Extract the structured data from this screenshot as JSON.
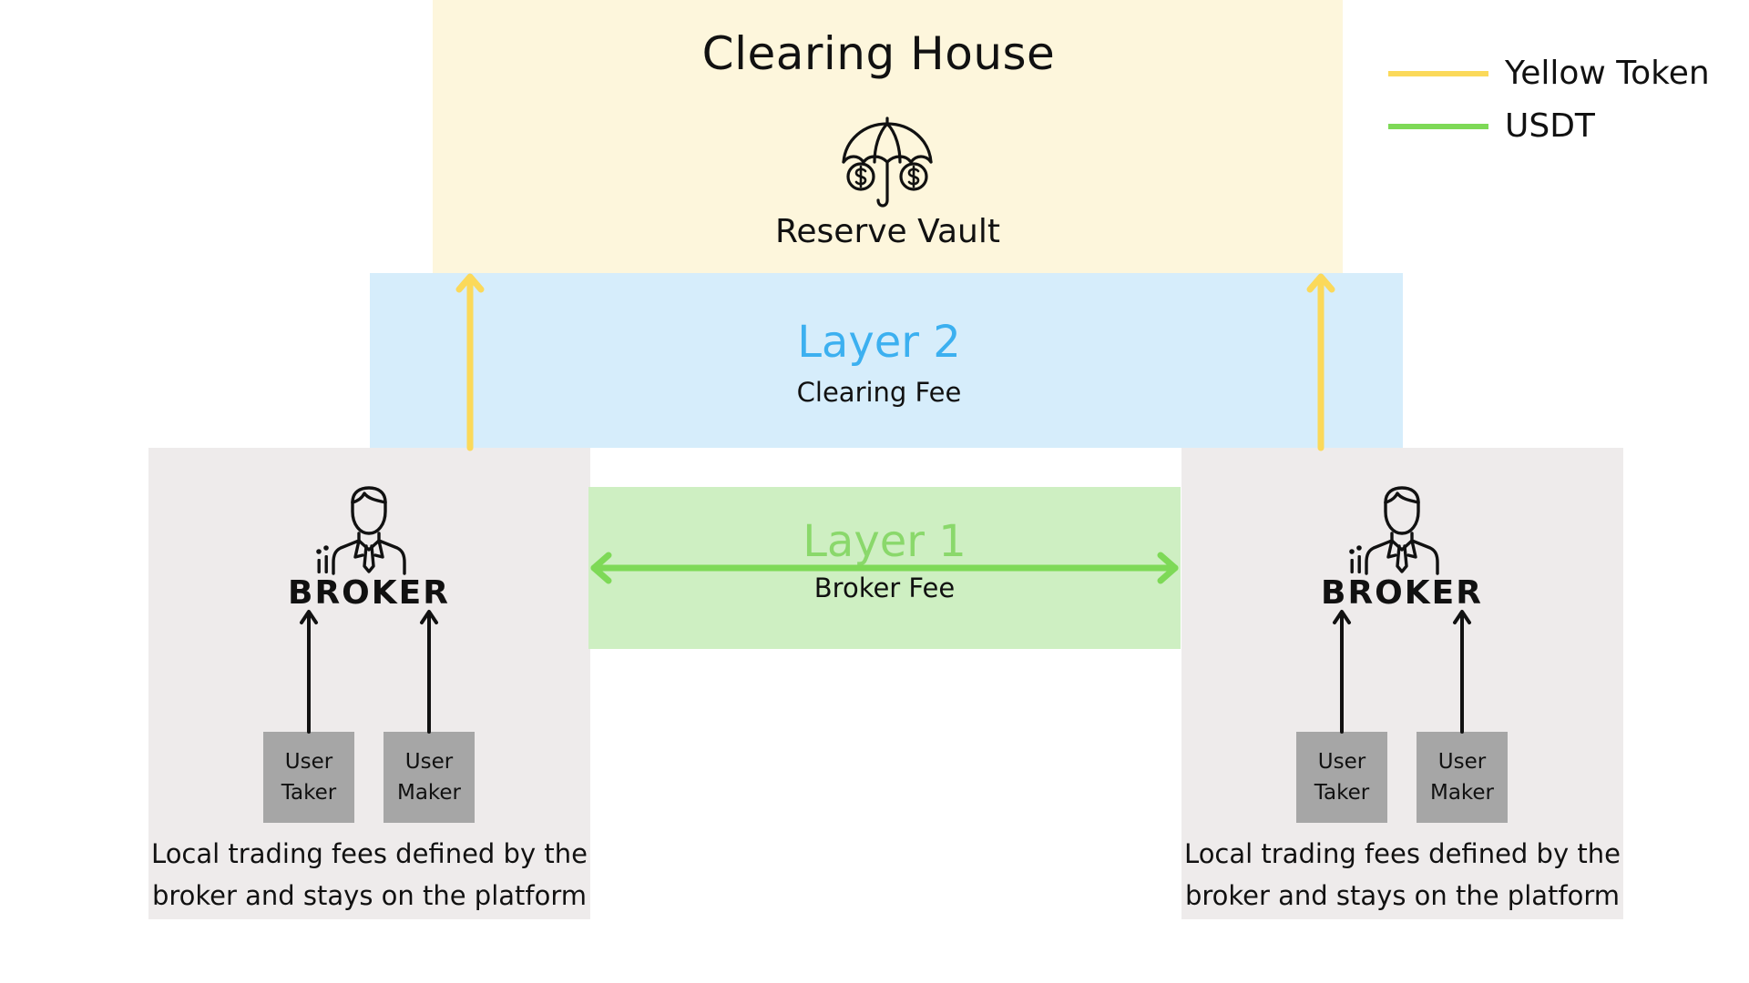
{
  "clearing_house": {
    "title": "Clearing House",
    "vault_label": "Reserve Vault"
  },
  "layer2": {
    "title": "Layer 2",
    "subtitle": "Clearing Fee"
  },
  "layer1": {
    "title": "Layer 1",
    "subtitle": "Broker Fee"
  },
  "brokers": [
    {
      "label": "BROKER",
      "users": [
        {
          "line1": "User",
          "line2": "Taker"
        },
        {
          "line1": "User",
          "line2": "Maker"
        }
      ],
      "description_line1": "Local trading fees defined by the",
      "description_line2": "broker and stays on the platform"
    },
    {
      "label": "BROKER",
      "users": [
        {
          "line1": "User",
          "line2": "Taker"
        },
        {
          "line1": "User",
          "line2": "Maker"
        }
      ],
      "description_line1": "Local trading fees defined by the",
      "description_line2": "broker and stays on the platform"
    }
  ],
  "legend": [
    {
      "label": "Yellow Token",
      "color": "#fbd95a"
    },
    {
      "label": "USDT",
      "color": "#7ed957"
    }
  ],
  "colors": {
    "yellow_token": "#fbd95a",
    "usdt": "#7ed957",
    "layer2_title": "#3cb0f0",
    "layer1_title": "#8ad86b"
  }
}
